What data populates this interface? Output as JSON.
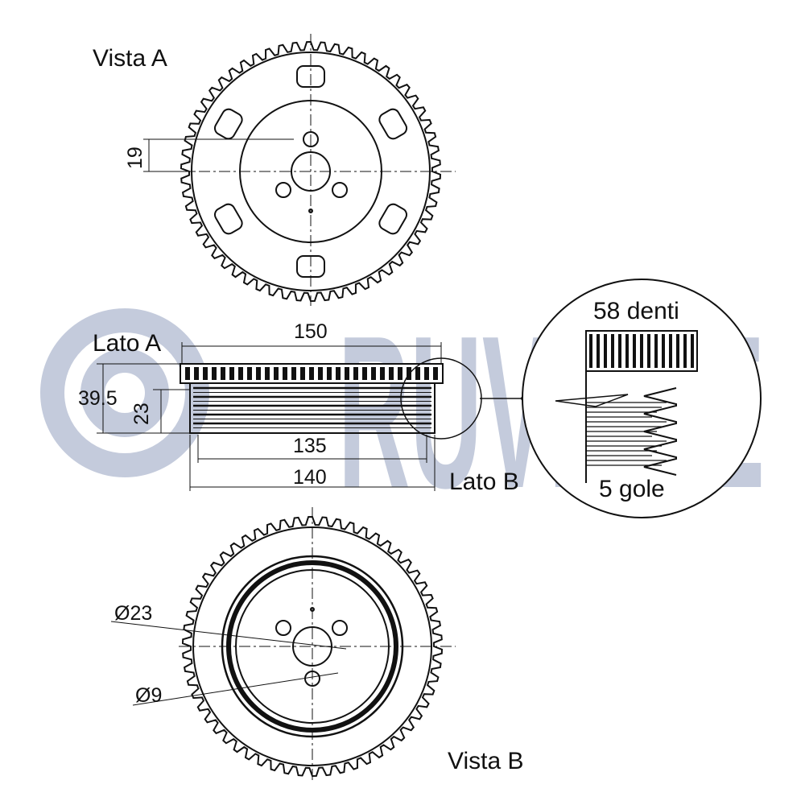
{
  "watermark": {
    "text": "RUVILLE",
    "color": "#c4cbdc"
  },
  "views": {
    "view_a_label": "Vista A",
    "view_b_label": "Vista B",
    "side_a_label": "Lato A",
    "side_b_label": "Lato B"
  },
  "dimensions": {
    "hole_offset": "19",
    "overall_diameter": "150",
    "total_width": "39.5",
    "pulley_width": "23",
    "pulley_inner_diameter": "135",
    "pulley_outer_diameter": "140",
    "center_bore": "Ø23",
    "pin_hole": "Ø9"
  },
  "detail": {
    "teeth_label": "58 denti",
    "grooves_label": "5 gole",
    "teeth_count": 58,
    "groove_count": 5
  },
  "colors": {
    "line": "#111111",
    "paper": "#ffffff"
  }
}
